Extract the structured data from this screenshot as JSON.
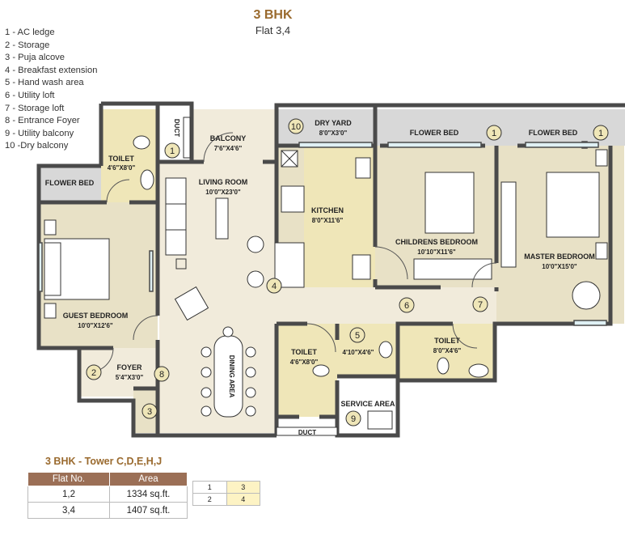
{
  "header": {
    "title": "3 BHK",
    "subtitle": "Flat 3,4"
  },
  "legend": [
    "1 - AC ledge",
    "2 - Storage",
    "3 - Puja alcove",
    "4 - Breakfast extension",
    "5 - Hand wash area",
    "6 - Utility loft",
    "7 - Storage loft",
    "8 - Entrance Foyer",
    "9 - Utility balcony",
    "10 -Dry balcony"
  ],
  "rooms": {
    "flower_bed_left": "FLOWER BED",
    "toilet_top": {
      "name": "TOILET",
      "dim": "4'6\"X8'0\""
    },
    "duct_top": "DUCT",
    "balcony": {
      "name": "BALCONY",
      "dim": "7'6\"X4'6\""
    },
    "dry_yard": {
      "name": "DRY YARD",
      "dim": "8'0\"X3'0\""
    },
    "flower_bed_mid": "FLOWER BED",
    "flower_bed_right": "FLOWER BED",
    "living_room": {
      "name": "LIVING ROOM",
      "dim": "10'0\"X23'0\""
    },
    "kitchen": {
      "name": "KITCHEN",
      "dim": "8'0\"X11'6\""
    },
    "childrens_bedroom": {
      "name": "CHILDRENS BEDROOM",
      "dim": "10'10\"X11'6\""
    },
    "master_bedroom": {
      "name": "MASTER BEDROOM",
      "dim": "10'0\"X15'0\""
    },
    "guest_bedroom": {
      "name": "GUEST BEDROOM",
      "dim": "10'0\"X12'6\""
    },
    "foyer": {
      "name": "FOYER",
      "dim": "5'4\"X3'0\""
    },
    "dining_area": "DINING AREA",
    "toilet_mid": {
      "name": "TOILET",
      "dim": "4'6\"X8'0\""
    },
    "hand_wash": {
      "dim": "4'10\"X4'6\""
    },
    "toilet_right": {
      "name": "TOILET",
      "dim": "8'0\"X4'6\""
    },
    "service_area": "SERVICE AREA",
    "duct_bottom": "DUCT"
  },
  "markers": {
    "m1": "1",
    "m2": "2",
    "m3": "3",
    "m4": "4",
    "m5": "5",
    "m6": "6",
    "m7": "7",
    "m8": "8",
    "m9": "9",
    "m10": "10"
  },
  "area_table": {
    "title": "3 BHK - Tower C,D,E,H,J",
    "headers": [
      "Flat No.",
      "Area"
    ],
    "rows": [
      [
        "1,2",
        "1334 sq.ft."
      ],
      [
        "3,4",
        "1407 sq.ft."
      ]
    ]
  },
  "flat_key": [
    [
      "1",
      "3"
    ],
    [
      "2",
      "4"
    ]
  ],
  "colors": {
    "wall": "#4a4a4a",
    "living": "#f1ebdb",
    "room": "#e8e1c6",
    "wet": "#efe6b8",
    "balcony": "#d8d8d8",
    "accent": "#9a6a2e",
    "table_header": "#9b6f56"
  }
}
